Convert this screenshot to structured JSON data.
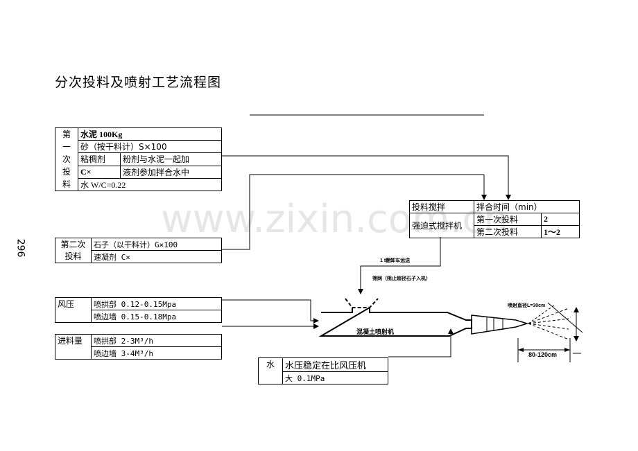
{
  "page": {
    "title": "分次投料及喷射工艺流程图",
    "page_number": "296",
    "watermark": "www.zixin.com.cn"
  },
  "first_stage": {
    "header_chars": [
      "第",
      "一",
      "次",
      "投",
      "料"
    ],
    "cement": "水泥 100Kg",
    "sand": "砂（按干料计）S×100",
    "sticky_agent": "粘稠剂",
    "sticky_c": "C×",
    "powder_note": "粉剂与水泥一起加",
    "liquid_note": "液剂参加拌合水中",
    "water_ratio": "水 W/C=0.22"
  },
  "second_stage": {
    "header_line1": "第二次",
    "header_line2": "投料",
    "stone": "石子（以干料计）G×100",
    "accelerator": "速凝剂 C×"
  },
  "wind_pressure": {
    "label": "风压",
    "arch": "喷拱部 0.12-0.15Mpa",
    "wall": "喷边墙 0.15-0.18Mpa"
  },
  "feed_rate": {
    "label": "进料量",
    "arch": "喷拱部 2-3M³/h",
    "wall": "喷边墙 3-4M³/h"
  },
  "mixing": {
    "col1_header": "投料搅拌",
    "col2_header": "拌合时间（min）",
    "mixer": "强迫式搅拌机",
    "first_label": "第一次投料",
    "first_value": "2",
    "second_label": "第二次投料",
    "second_value": "1～2"
  },
  "water_box": {
    "label": "水",
    "line1": "水压稳定在比风压机",
    "line2": "大 0.1MPa"
  },
  "annotations": {
    "transport": "1 t翻卸车运送",
    "screen": "筛网（阻止超径石子入机）",
    "machine": "混凝土喷射机",
    "spray_diameter": "喷射直径L=30cm",
    "distance": "80-120cm"
  }
}
